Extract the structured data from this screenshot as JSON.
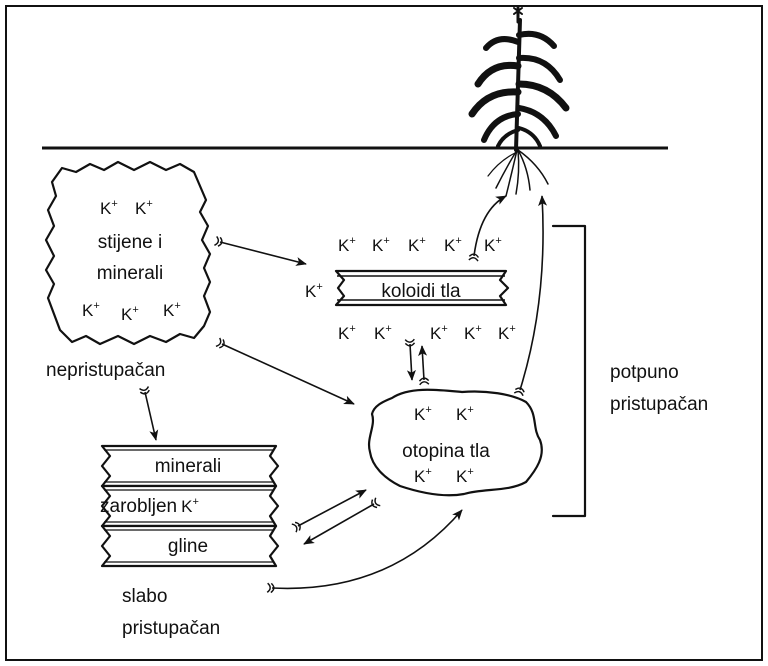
{
  "labels": {
    "rocks_line1": "stijene i",
    "rocks_line2": "minerali",
    "colloids": "koloidi tla",
    "solution": "otopina tla",
    "unavailable": "nepristupačan",
    "clay_top": "minerali",
    "clay_middle": "zarobljen",
    "clay_bottom": "gline",
    "slow_line1": "slabo",
    "slow_line2": "pristupačan",
    "full_line1": "potpuno",
    "full_line2": "pristupačan"
  },
  "ion": {
    "symbol": "K",
    "charge": "+"
  },
  "ion_counts": {
    "rocks": 5,
    "colloids_above": 5,
    "colloids_left": 1,
    "colloids_below": 5,
    "solution": 4,
    "clay_trapped": 1
  }
}
